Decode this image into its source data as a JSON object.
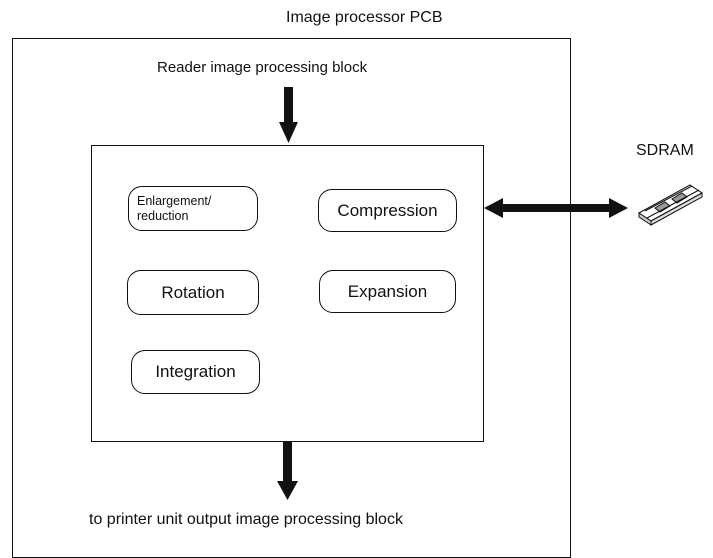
{
  "diagram": {
    "outer_title": "Image processor PCB",
    "input_label": "Reader image processing block",
    "output_label": "to printer unit output image processing block",
    "memory_label": "SDRAM",
    "functions": [
      {
        "id": "enlargement",
        "label": "Enlargement/\nreduction"
      },
      {
        "id": "compression",
        "label": "Compression"
      },
      {
        "id": "rotation",
        "label": "Rotation"
      },
      {
        "id": "expansion",
        "label": "Expansion"
      },
      {
        "id": "integration",
        "label": "Integration"
      }
    ]
  }
}
